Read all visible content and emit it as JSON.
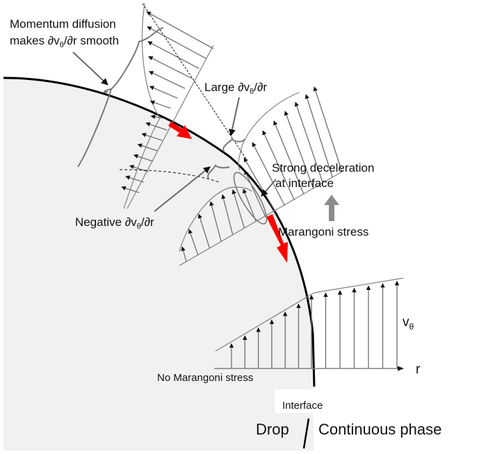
{
  "labels": {
    "momentum_line1": "Momentum diffusion",
    "momentum_line2_pre": "makes ∂v",
    "momentum_line2_sub": "θ",
    "momentum_line2_post": "/∂r smooth",
    "large_pre": "Large ∂v",
    "large_sub": "θ",
    "large_post": "/∂r",
    "strong_line1": "Strong deceleration",
    "strong_line2": "at interface",
    "negative_pre": "Negative ∂v",
    "negative_sub": "θ",
    "negative_post": "/∂r",
    "marangoni": "Marangoni stress",
    "no_marangoni": "No Marangoni stress",
    "vtheta_main": "v",
    "vtheta_sub": "θ",
    "r_axis": "r",
    "interface": "Interface",
    "drop": "Drop",
    "continuous_phase": "Continuous phase"
  },
  "colors": {
    "drop_fill": "#f1f1f1",
    "interface_line": "#000000",
    "profile_line": "#808080",
    "marangoni_arrow": "#ff0000",
    "stress_arrow": "#8c8c8c",
    "text": "#111111"
  },
  "profiles": {
    "no_marangoni": {
      "description": "Velocity profile with no Marangoni stress: continuous slope change at interface",
      "drop_arrow_count": 6,
      "continuous_arrow_count": 7
    },
    "marangoni": {
      "description": "Velocity profile under Marangoni stress: strong deceleration at interface",
      "drop_arrow_count": 7,
      "continuous_arrow_count": 9
    },
    "upstream": {
      "description": "Profile upstream where momentum diffusion smooths gradient",
      "drop_arrow_count": 7,
      "continuous_arrow_count": 8
    }
  }
}
